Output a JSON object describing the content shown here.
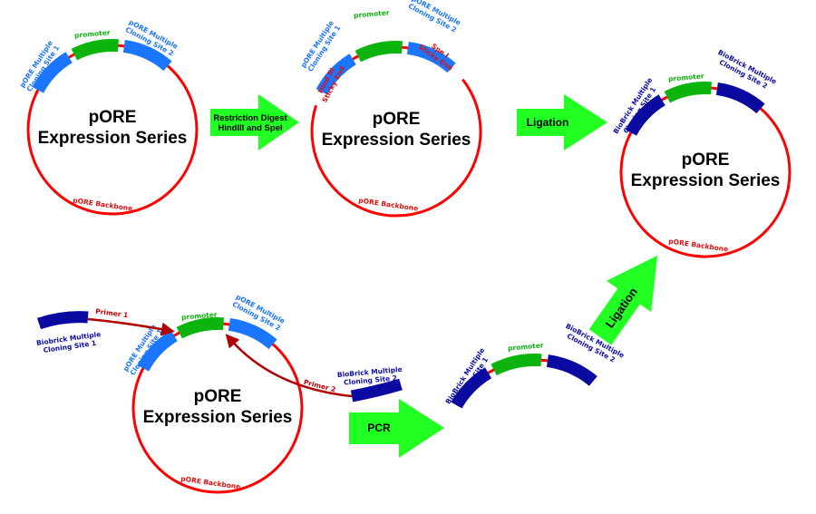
{
  "colors": {
    "backbone": "#ff0000",
    "pore_mcs": "#1a75ff",
    "biobrick_mcs": "#0a0aa0",
    "promoter": "#0db40d",
    "arrow": "#22ff22",
    "primer": "#b00000"
  },
  "plasmid1": {
    "title1": "pORE",
    "title2": "Expression Series",
    "mcs1": [
      "pORE Multiple",
      "Cloning Site 1"
    ],
    "promoter": "promoter",
    "mcs2": [
      "pORE Multiple",
      "Cloning Site 2"
    ],
    "backbone": "pORE Backbone"
  },
  "arrow1": {
    "line1": "Restriction Digest",
    "line2": "HindIII and SpeI"
  },
  "plasmid2": {
    "title1": "pORE",
    "title2": "Expression Series",
    "mcs1": [
      "pORE Multiple",
      "Cloning Site 1"
    ],
    "promoter": "promoter",
    "mcs2": [
      "pORE Multiple",
      "Cloning Site 2"
    ],
    "sticky1": [
      "Hind III",
      "Sticky End"
    ],
    "sticky2": [
      "Spe I",
      "Sticky End"
    ],
    "backbone": "pORE Backbone"
  },
  "arrow2": {
    "label": "Ligation"
  },
  "plasmid3": {
    "title1": "pORE",
    "title2": "Expression Series",
    "mcs1": [
      "BioBrick Multiple",
      "Cloning Site 1"
    ],
    "promoter": "promoter",
    "mcs2": [
      "BioBrick Multiple",
      "Cloning Site 2"
    ],
    "backbone": "pORE Backbone"
  },
  "plasmid4": {
    "title1": "pORE",
    "title2": "Expression Series",
    "mcs1": [
      "pORE Multiple",
      "Cloning Site 1"
    ],
    "promoter": "promoter",
    "mcs2": [
      "pORE Multiple",
      "Cloning Site 2"
    ],
    "backbone": "pORE Backbone"
  },
  "fragment1": [
    "Biobrick Multiple",
    "Cloning Site 1"
  ],
  "fragment2": [
    "BioBrick Multiple",
    "Cloning Site 2"
  ],
  "primer1": "Primer 1",
  "primer2": "Primer 2",
  "arrow3": {
    "label": "PCR"
  },
  "product": {
    "mcs1": [
      "BioBrick Multiple",
      "Cloning Site 1"
    ],
    "promoter": "promoter",
    "mcs2": [
      "BioBrick Multiple",
      "Cloning Site 2"
    ]
  },
  "arrow4": {
    "label": "Ligation"
  }
}
